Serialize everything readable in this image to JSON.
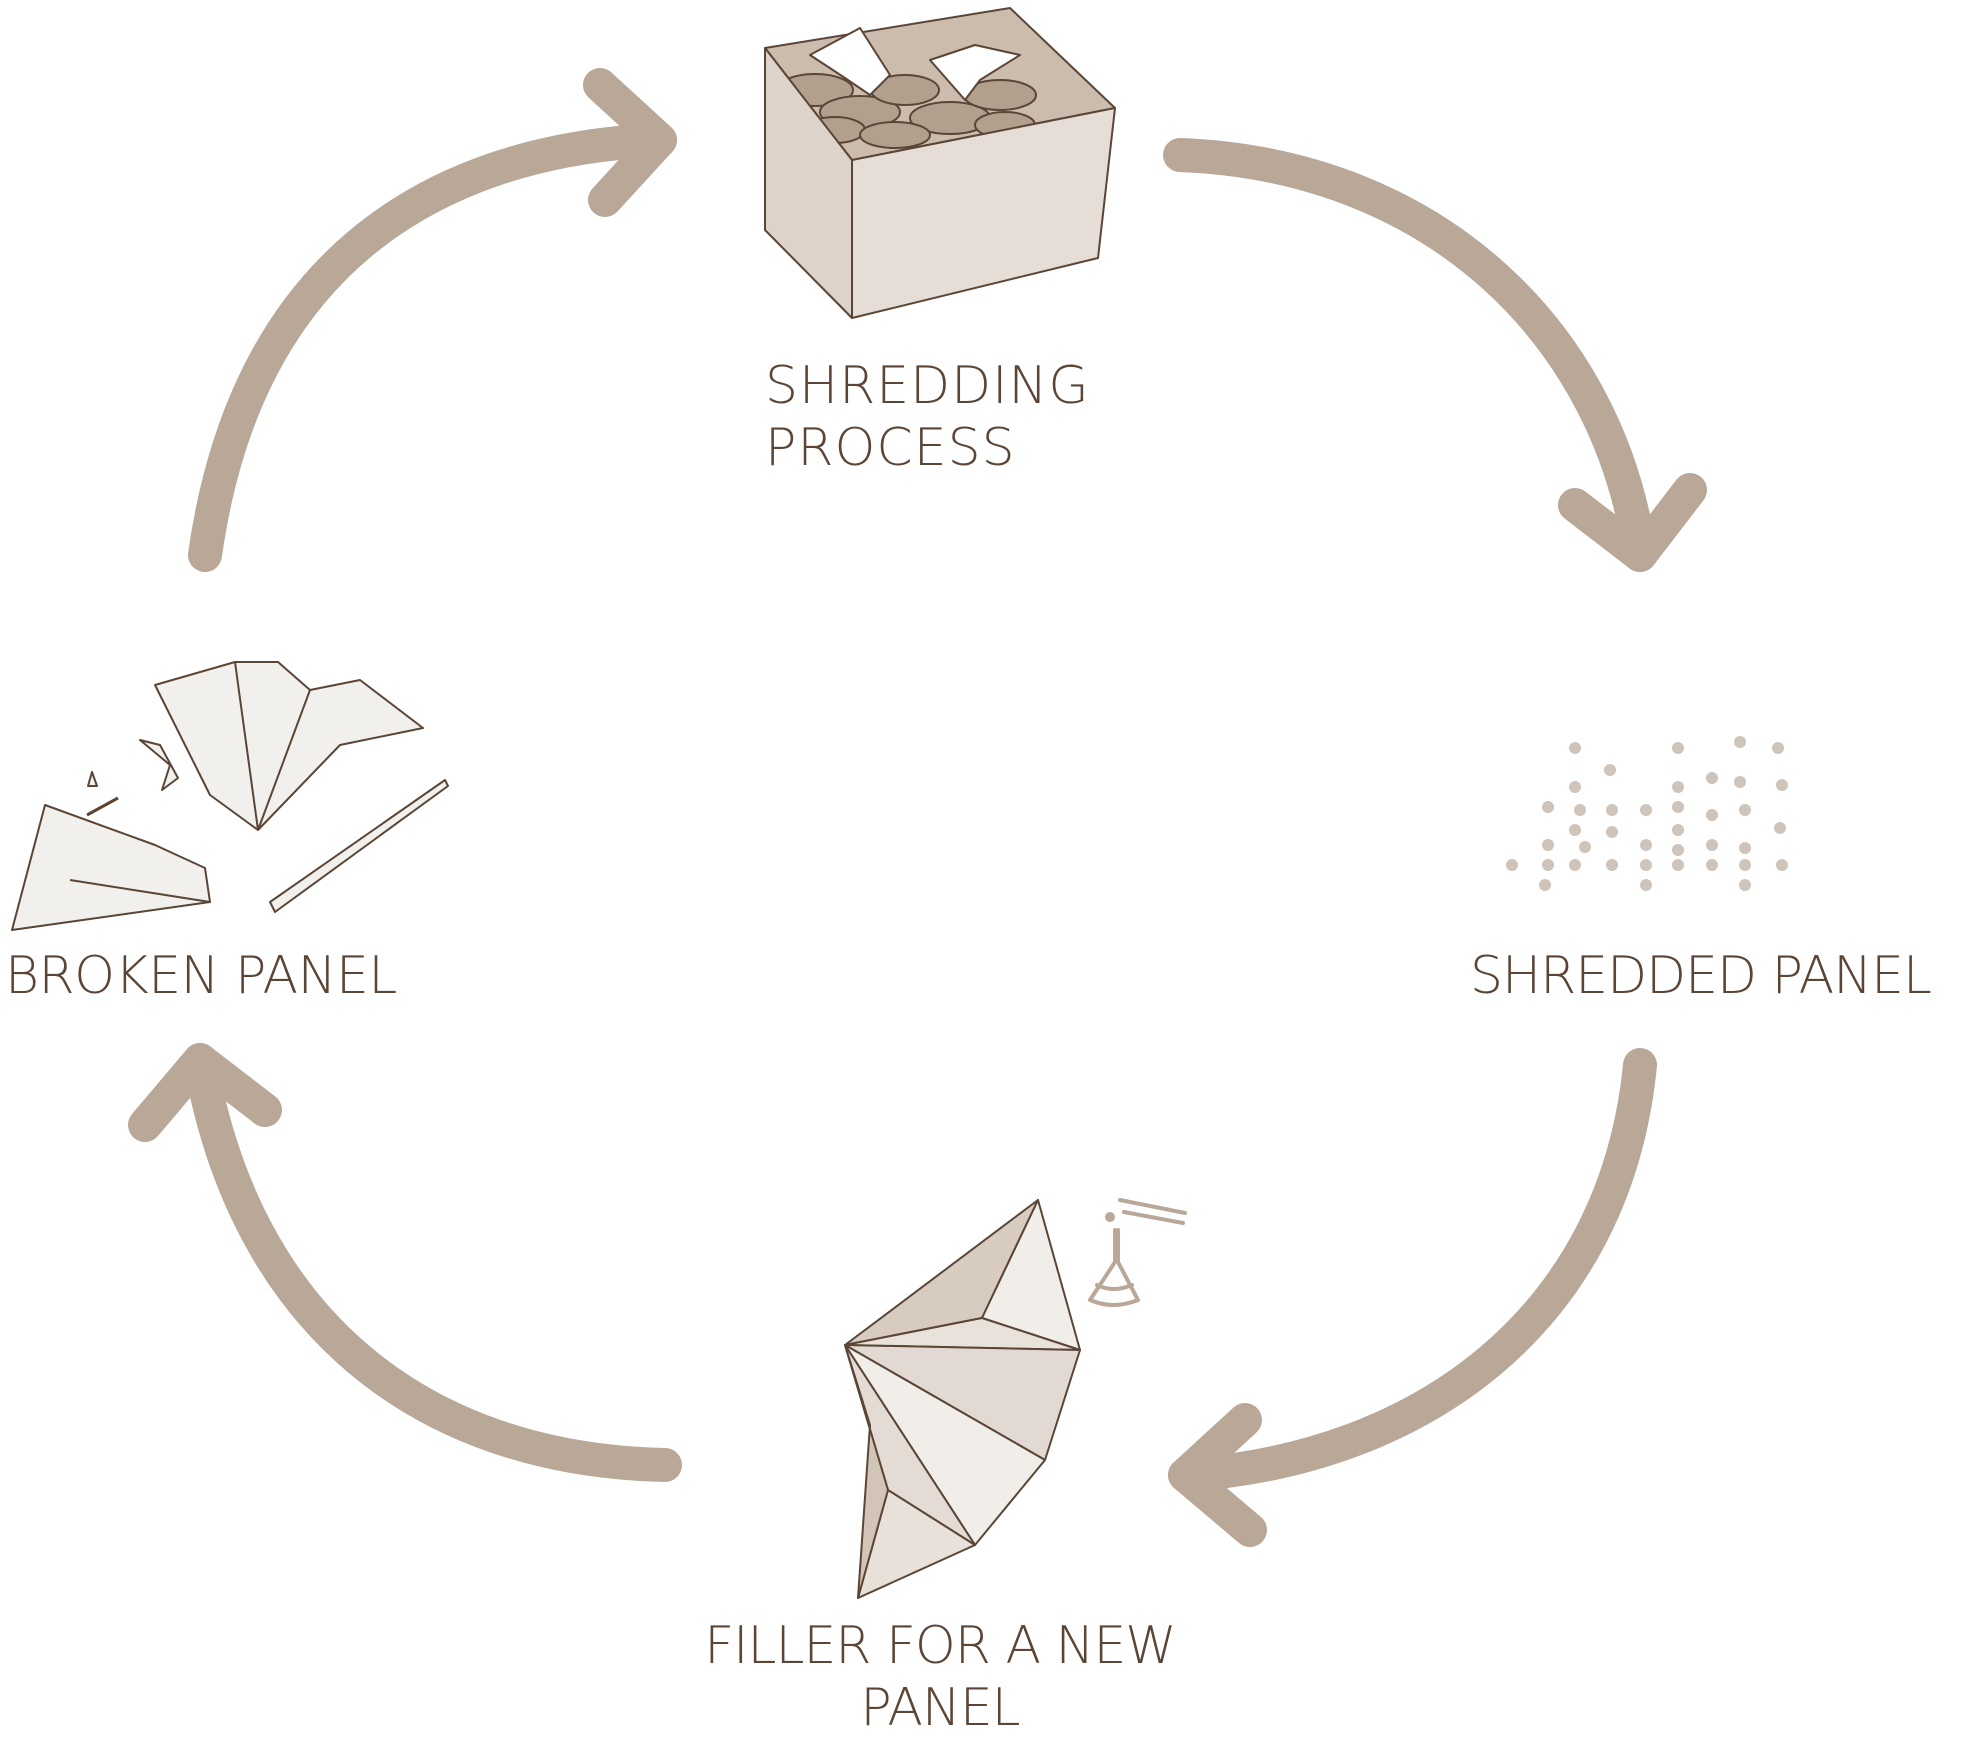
{
  "diagram": {
    "stages": {
      "shredding": {
        "line1": "SHREDDING",
        "line2": "PROCESS",
        "icon": "shredder-box-icon"
      },
      "shredded": {
        "line1": "SHREDDED PANEL",
        "icon": "shredded-particles-icon"
      },
      "filler": {
        "line1": "FILLER FOR A NEW",
        "line2": "PANEL",
        "icon": "folded-panel-flask-icon"
      },
      "broken": {
        "line1": "BROKEN PANEL",
        "icon": "broken-panel-pieces-icon"
      }
    },
    "colors": {
      "arrow": "#b9a798",
      "line": "#5a4536",
      "box_fill": "#e5ddd6",
      "panel_light": "#f2f0ec",
      "panel_mid": "#e4ddd6",
      "panel_dark": "#d7cbbf",
      "particle": "#cfc4ba"
    }
  }
}
